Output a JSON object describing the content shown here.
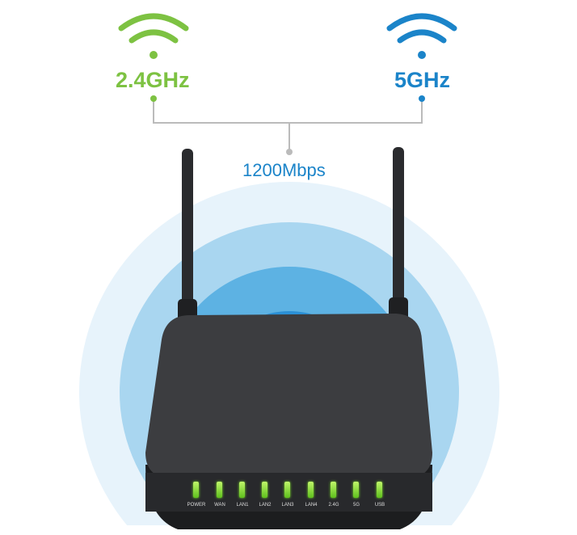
{
  "bands": [
    {
      "label": "2.4GHz",
      "color": "#7dc242"
    },
    {
      "label": "5GHz",
      "color": "#1b84c9"
    }
  ],
  "speed": "1200Mbps",
  "led_labels": [
    "POWER",
    "WAN",
    "LAN1",
    "LAN2",
    "LAN3",
    "LAN4",
    "2.4G",
    "5G",
    "USB"
  ],
  "colors": {
    "ring1": "#e7f3fb",
    "ring2": "#a9d6f0",
    "ring3": "#5db2e3",
    "ring4": "#2b90d6",
    "router": "#3c3d40"
  }
}
